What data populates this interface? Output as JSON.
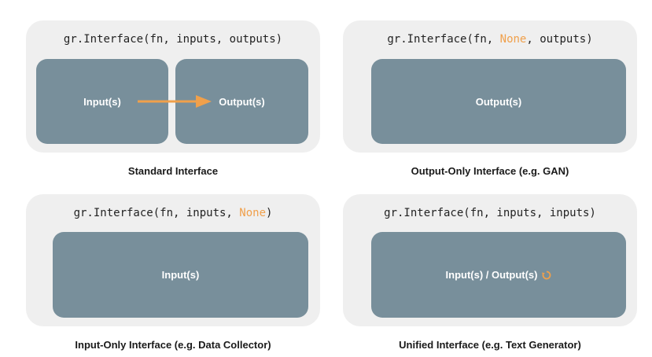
{
  "colors": {
    "accent": "#f0a04b",
    "box": "#788f9b",
    "panel": "#efefef"
  },
  "panels": {
    "standard": {
      "code": [
        "gr.Interface(fn, inputs, outputs)"
      ],
      "input_label": "Input(s)",
      "output_label": "Output(s)",
      "caption": "Standard Interface"
    },
    "output_only": {
      "code_pre": "gr.Interface(fn, ",
      "code_highlight": "None",
      "code_post": ", outputs)",
      "box_label": "Output(s)",
      "caption": "Output-Only Interface (e.g. GAN)"
    },
    "input_only": {
      "code_pre": "gr.Interface(fn, inputs, ",
      "code_highlight": "None",
      "code_post": ")",
      "box_label": "Input(s)",
      "caption": "Input-Only Interface (e.g. Data Collector)"
    },
    "unified": {
      "code": "gr.Interface(fn, inputs, inputs)",
      "box_label": "Input(s) / Output(s)",
      "icon": "cycle-icon",
      "caption": "Unified Interface (e.g. Text Generator)"
    }
  }
}
